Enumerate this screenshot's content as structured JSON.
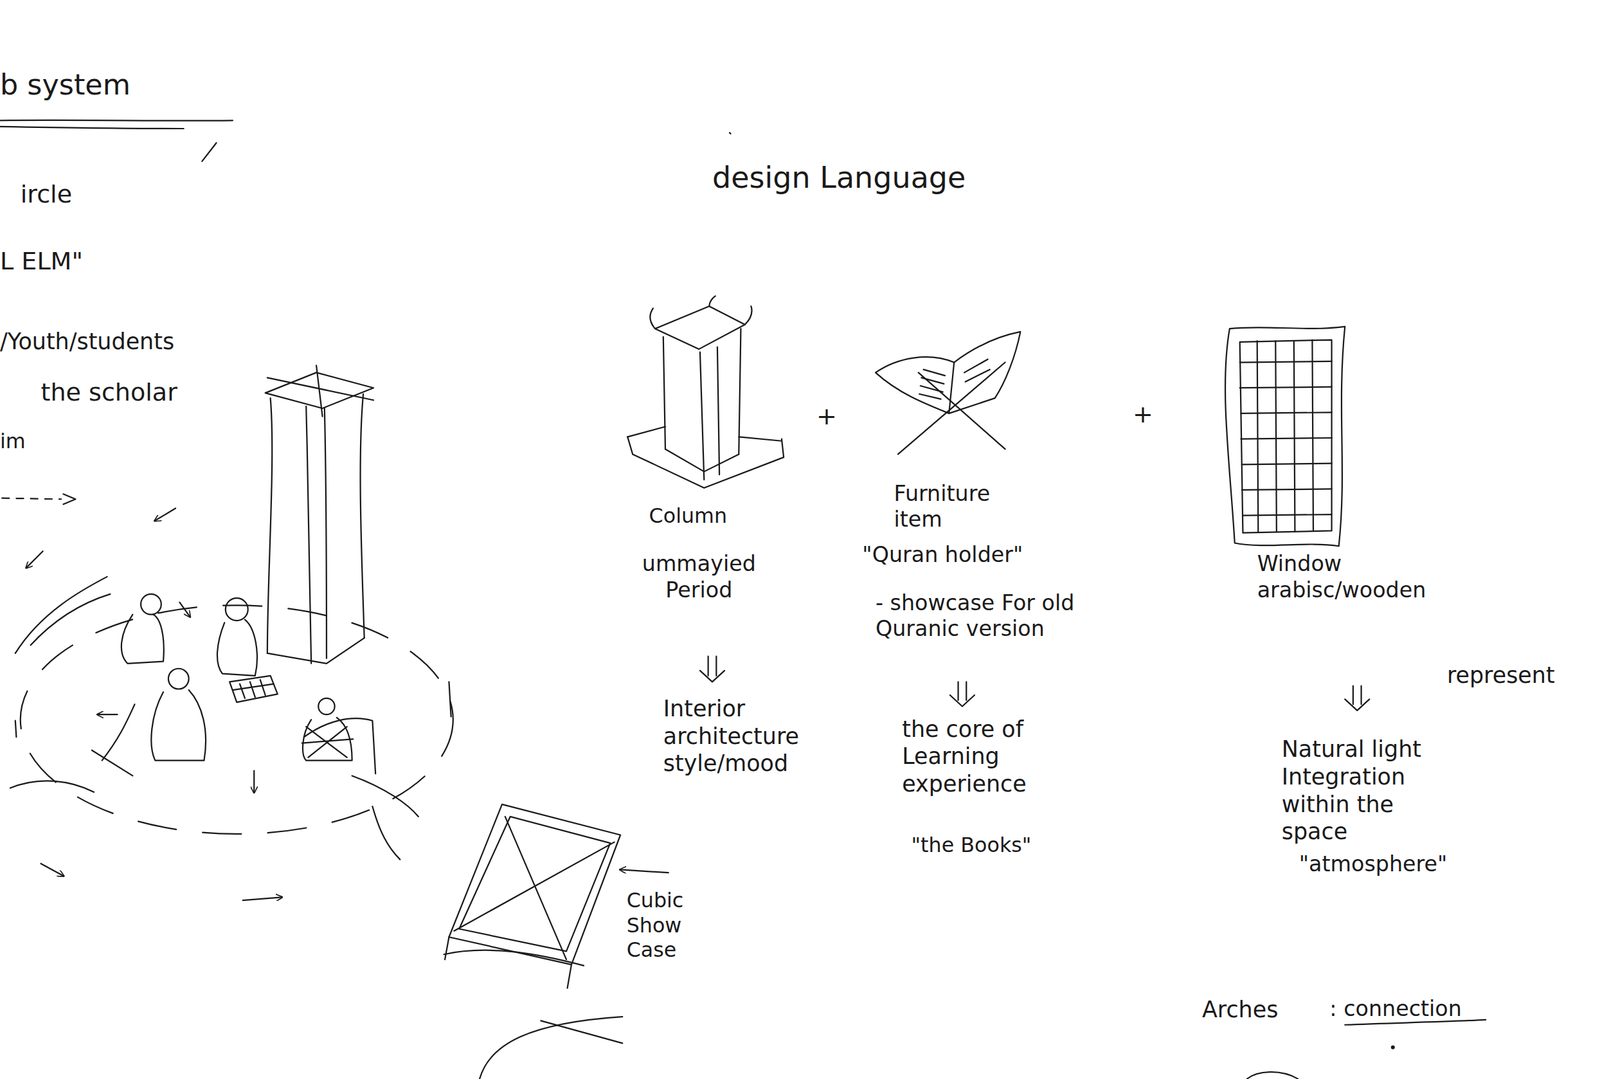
{
  "diagram": {
    "title": "design Language",
    "labels": [
      "b system",
      "ircle",
      "L ELM\"",
      "/Youth/students",
      "the scholar",
      "im",
      "Cubic Show Case",
      "Column",
      "ummayied Period",
      "+",
      "Furniture item",
      "\"Quran holder\"",
      "- showcase For old Quranic version",
      "+",
      "Window arabisc/wooden",
      "represent",
      "Interior architecture style/mood",
      "the core of Learning experience",
      "\"the Books\"",
      "Natural light Integration within the space",
      "\"atmosphere\"",
      "Arches",
      ": connection"
    ]
  }
}
